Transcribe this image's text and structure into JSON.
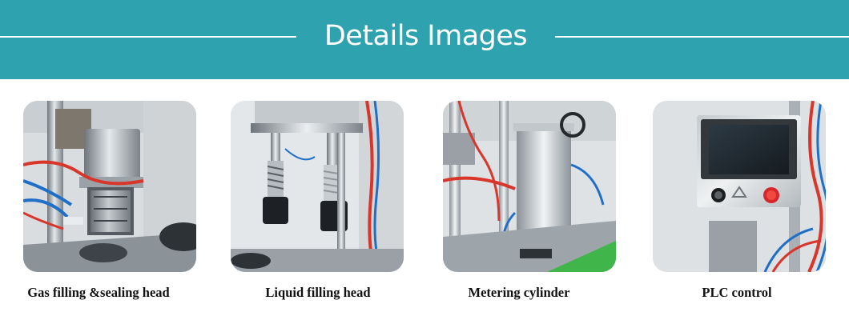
{
  "header": {
    "title": "Details Images"
  },
  "colors": {
    "banner": "#2fa2af",
    "line": "#ffffff",
    "caption": "#111111"
  },
  "items": [
    {
      "caption": "Gas filling &sealing head",
      "icon": "gas-filling-head-photo"
    },
    {
      "caption": "Liquid filling head",
      "icon": "liquid-filling-head-photo"
    },
    {
      "caption": "Metering cylinder",
      "icon": "metering-cylinder-photo"
    },
    {
      "caption": "PLC control",
      "icon": "plc-control-panel-photo"
    }
  ]
}
